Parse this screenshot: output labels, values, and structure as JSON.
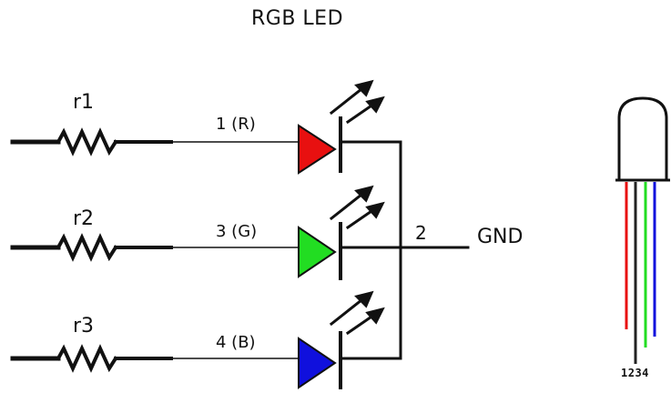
{
  "title": "RGB LED",
  "channels": [
    {
      "resistor": "r1",
      "pin": "1 (R)",
      "color": "#e81010"
    },
    {
      "resistor": "r2",
      "pin": "3 (G)",
      "color": "#22dd22"
    },
    {
      "resistor": "r3",
      "pin": "4 (B)",
      "color": "#1010dd"
    }
  ],
  "common_pin": "2",
  "gnd_label": "GND",
  "package": {
    "pin_numbers": "1234",
    "lead_colors": [
      "#e81010",
      "#222222",
      "#22dd22",
      "#1010dd"
    ]
  },
  "colors": {
    "wire": "#111111"
  }
}
